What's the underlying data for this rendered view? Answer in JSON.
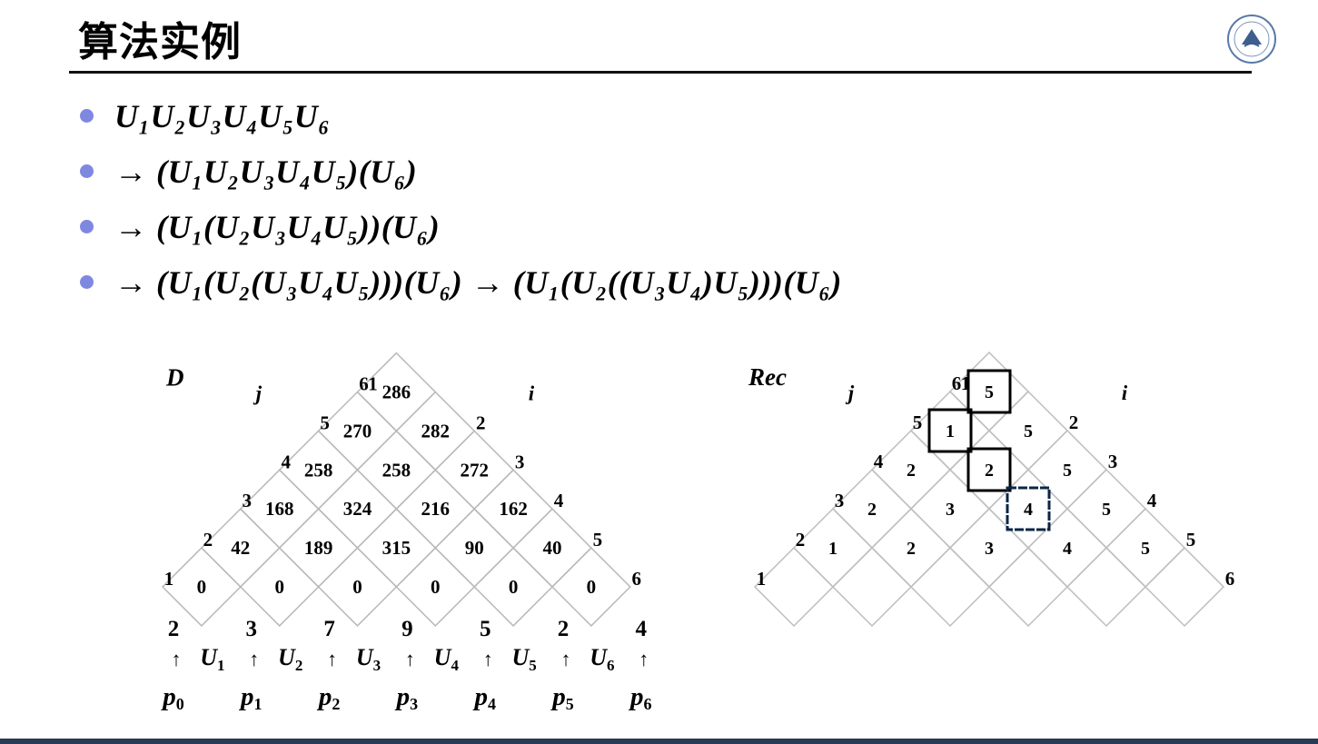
{
  "title": "算法实例",
  "bullets": [
    "U₁U₂U₃U₄U₅U₆",
    "→ (U₁U₂U₃U₄U₅)(U₆)",
    "→ (U₁(U₂U₃U₄U₅))(U₆)",
    "→ (U₁(U₂(U₃U₄U₅)))(U₆) → (U₁(U₂((U₃U₄)U₅)))(U₆)"
  ],
  "d_diagram": {
    "label": "D",
    "j_label": "j",
    "i_label": "i",
    "left_indices": [
      "1",
      "2",
      "3",
      "4",
      "5",
      "6"
    ],
    "right_indices": [
      "1",
      "2",
      "3",
      "4",
      "5",
      "6"
    ],
    "rows": [
      [
        "0",
        "0",
        "0",
        "0",
        "0",
        "0"
      ],
      [
        "42",
        "189",
        "315",
        "90",
        "40"
      ],
      [
        "168",
        "324",
        "216",
        "162"
      ],
      [
        "258",
        "258",
        "272"
      ],
      [
        "270",
        "282"
      ],
      [
        "286"
      ]
    ],
    "p_values": [
      "2",
      "3",
      "7",
      "9",
      "5",
      "2",
      "4"
    ],
    "u_labels": [
      "U1",
      "U2",
      "U3",
      "U4",
      "U5",
      "U6"
    ],
    "p_labels": [
      "p0",
      "p1",
      "p2",
      "p3",
      "p4",
      "p5",
      "p6"
    ],
    "arrow": "↑"
  },
  "rec_diagram": {
    "label": "Rec",
    "j_label": "j",
    "i_label": "i",
    "left_indices": [
      "1",
      "2",
      "3",
      "4",
      "5",
      "6"
    ],
    "right_indices": [
      "1",
      "2",
      "3",
      "4",
      "5",
      "6"
    ],
    "rows": [
      [
        "",
        "",
        "",
        "",
        "",
        ""
      ],
      [
        "1",
        "2",
        "3",
        "4",
        "5"
      ],
      [
        "2",
        "3",
        "4",
        "5"
      ],
      [
        "2",
        "2",
        "5"
      ],
      [
        "1",
        "5"
      ],
      [
        "5"
      ]
    ],
    "highlighted": [
      [
        5,
        0
      ],
      [
        4,
        0
      ],
      [
        3,
        1
      ],
      [
        2,
        2
      ]
    ]
  }
}
